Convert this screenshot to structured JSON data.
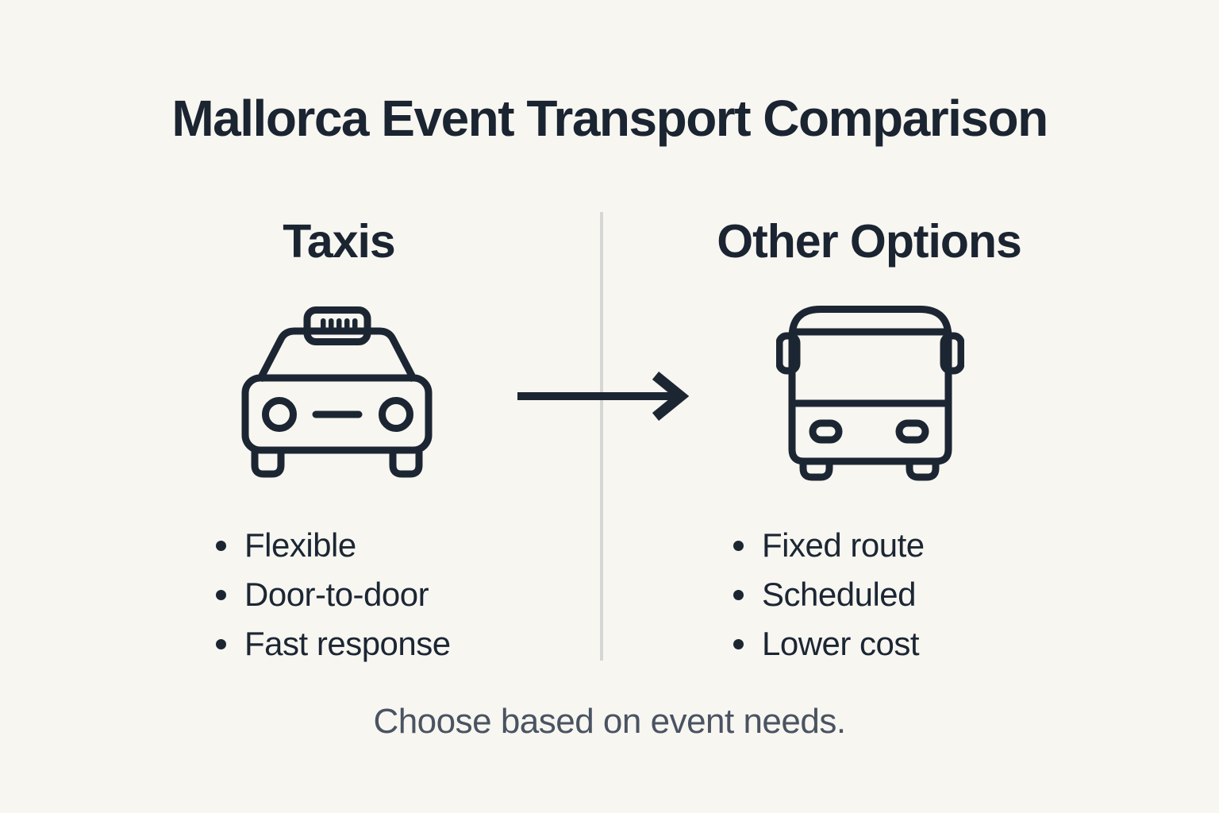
{
  "title": "Mallorca Event Transport Comparison",
  "columns": {
    "left": {
      "heading": "Taxis",
      "icon": "taxi-icon",
      "bullets": [
        "Flexible",
        "Door-to-door",
        "Fast response"
      ]
    },
    "right": {
      "heading": "Other Options",
      "icon": "bus-icon",
      "bullets": [
        "Fixed route",
        "Scheduled",
        "Lower cost"
      ]
    }
  },
  "connector": {
    "icon": "arrow-right-icon",
    "direction": "left-to-right"
  },
  "footer": "Choose based on event needs.",
  "colors": {
    "background": "#f7f6f1",
    "ink": "#1c2633",
    "muted_text": "#4a5361",
    "divider": "#d5d6d6"
  }
}
